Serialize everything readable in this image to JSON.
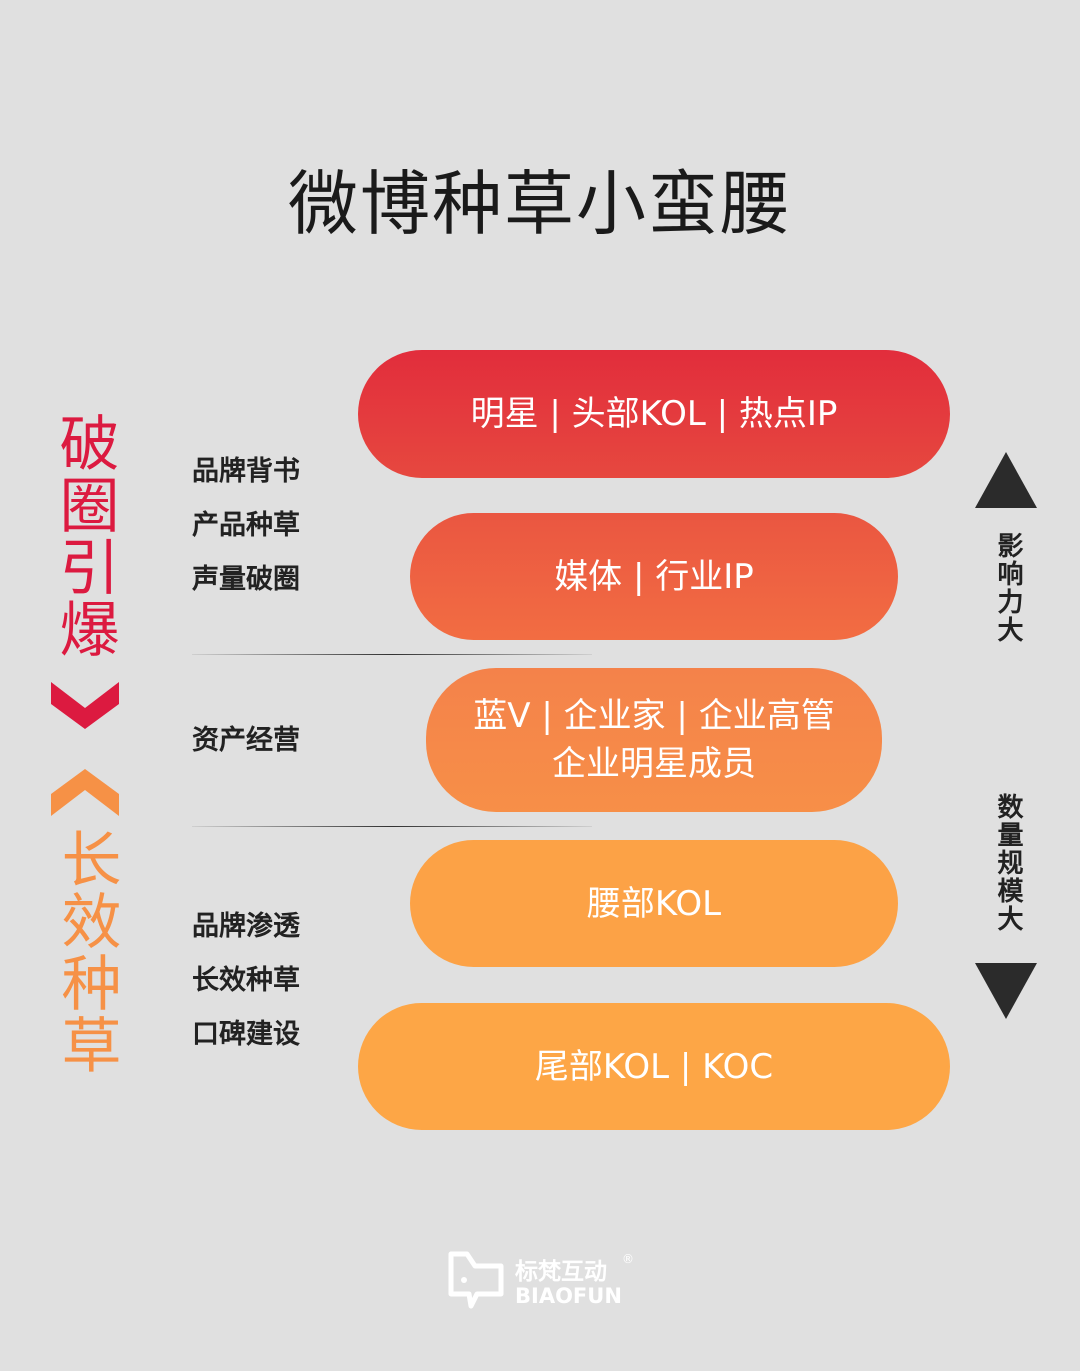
{
  "title": "微博种草小蛮腰",
  "left_top": "破圈引爆",
  "left_bottom": "长效种草",
  "groups": [
    {
      "lines": [
        "品牌背书",
        "产品种草",
        "声量破圈"
      ]
    },
    {
      "lines": [
        "资产经营"
      ]
    },
    {
      "lines": [
        "品牌渗透",
        "长效种草",
        "口碑建设"
      ]
    }
  ],
  "tiers": [
    {
      "lines": [
        "明星 | 头部KOL | 热点IP"
      ]
    },
    {
      "lines": [
        "媒体 | 行业IP"
      ]
    },
    {
      "lines": [
        "蓝V | 企业家 | 企业高管",
        "企业明星成员"
      ]
    },
    {
      "lines": [
        "腰部KOL"
      ]
    },
    {
      "lines": [
        "尾部KOL | KOC"
      ]
    }
  ],
  "right_top": "影响力大",
  "right_bottom": "数量规模大",
  "logo": {
    "cn": "标梵互动",
    "en": "BIAOFUN",
    "mark": "®"
  },
  "colors": {
    "red": "#dc1a40",
    "orange": "#f69146",
    "bg": "#e0e0e0"
  }
}
